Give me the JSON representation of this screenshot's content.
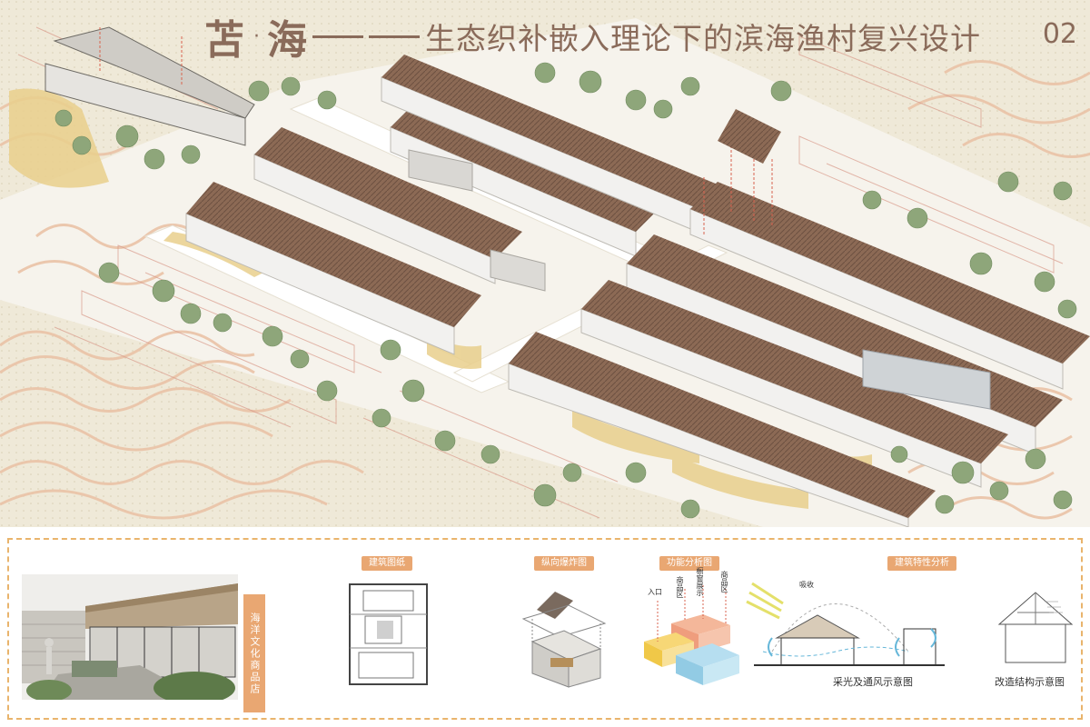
{
  "title": {
    "main": "苫",
    "dot": "·",
    "sea": "海",
    "subtitle": "生态织补嵌入理论下的滨海渔村复兴设计",
    "page_number": "02"
  },
  "panel": {
    "shop_label": "海洋文化商品店",
    "sections": [
      {
        "label": "建筑图纸"
      },
      {
        "label": "纵向爆炸图"
      },
      {
        "label": "功能分析图"
      },
      {
        "label": "建筑特性分析"
      }
    ],
    "function_labels": [
      "入口",
      "商品区",
      "橱窗展示",
      "商品区"
    ],
    "sunlight_label": "吸收",
    "captions": {
      "ventilation": "采光及通风示意图",
      "structure": "改造结构示意图"
    }
  },
  "colors": {
    "title": "#8a6b5a",
    "accent": "#e9a772",
    "panel_border": "#e9b46c",
    "roof": "#8c6a55",
    "cloud": "#eac3a7",
    "tree": "#8ea67a"
  }
}
